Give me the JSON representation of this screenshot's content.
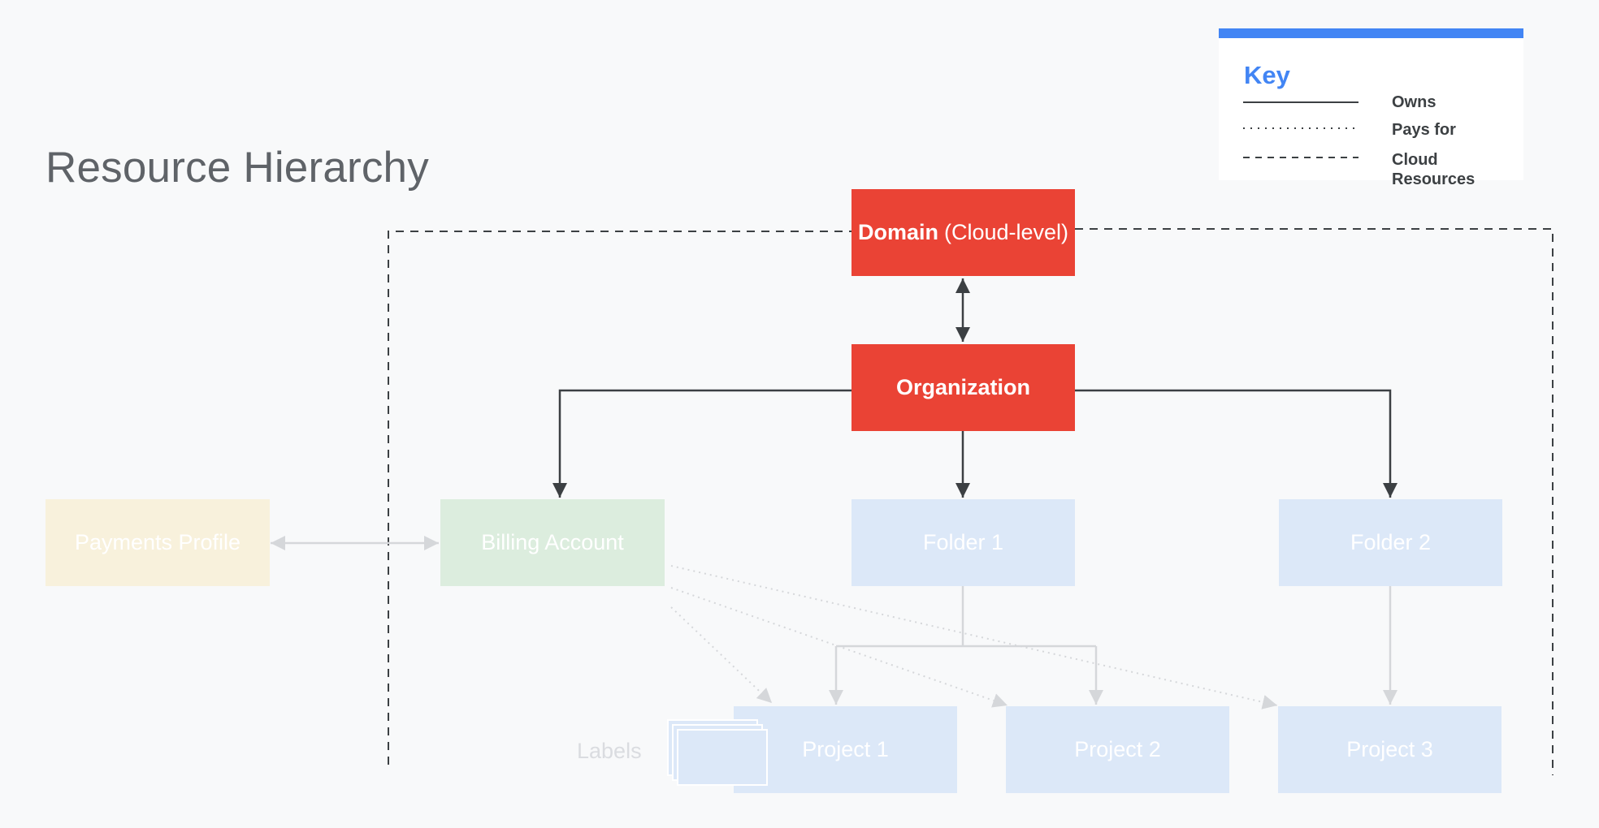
{
  "header": {
    "title": "Resource Hierarchy"
  },
  "nodes": {
    "domain": {
      "bold": "Domain",
      "suffix": "(Cloud-level)"
    },
    "organization": {
      "label": "Organization"
    },
    "payments_profile": {
      "label": "Payments Profile"
    },
    "billing_account": {
      "label": "Billing Account"
    },
    "folder1": {
      "label": "Folder 1"
    },
    "folder2": {
      "label": "Folder 2"
    },
    "project1": {
      "label": "Project 1"
    },
    "project2": {
      "label": "Project 2"
    },
    "project3": {
      "label": "Project 3"
    },
    "labels": {
      "label": "Labels"
    }
  },
  "key": {
    "title": "Key",
    "items": [
      {
        "style": "solid",
        "label": "Owns"
      },
      {
        "style": "dotted",
        "label": "Pays for"
      },
      {
        "style": "dashed",
        "label": "Cloud Resources"
      }
    ]
  },
  "colors": {
    "accent_red": "#ea4335",
    "key_blue": "#4285f4",
    "project_blue": "#dce8f8",
    "billing_green": "#dcedde",
    "payments_yellow": "#f8f1dc",
    "active_line": "#3c4043",
    "faded_line": "#d5d7da"
  }
}
